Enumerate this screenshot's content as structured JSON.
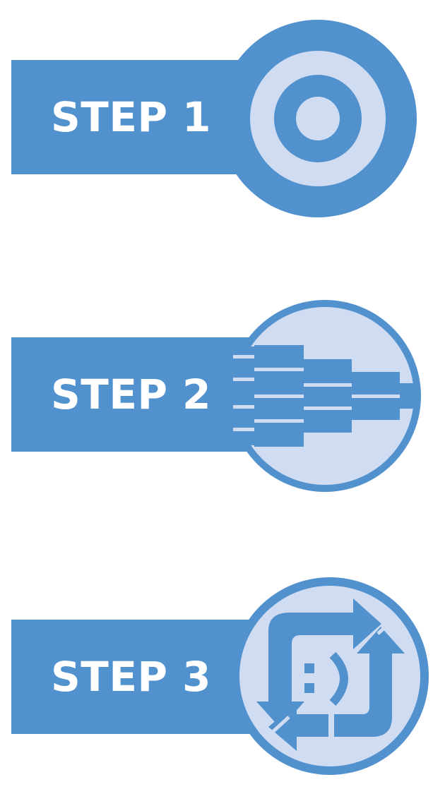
{
  "colors": {
    "primary": "#5191cd",
    "light": "#cfdcf2",
    "text": "#ffffff"
  },
  "steps": [
    {
      "label": "STEP 1",
      "icon": "target-icon"
    },
    {
      "label": "STEP 2",
      "icon": "converging-bars-icon"
    },
    {
      "label": "STEP 3",
      "icon": "cycle-arrows-smiley-icon"
    }
  ]
}
